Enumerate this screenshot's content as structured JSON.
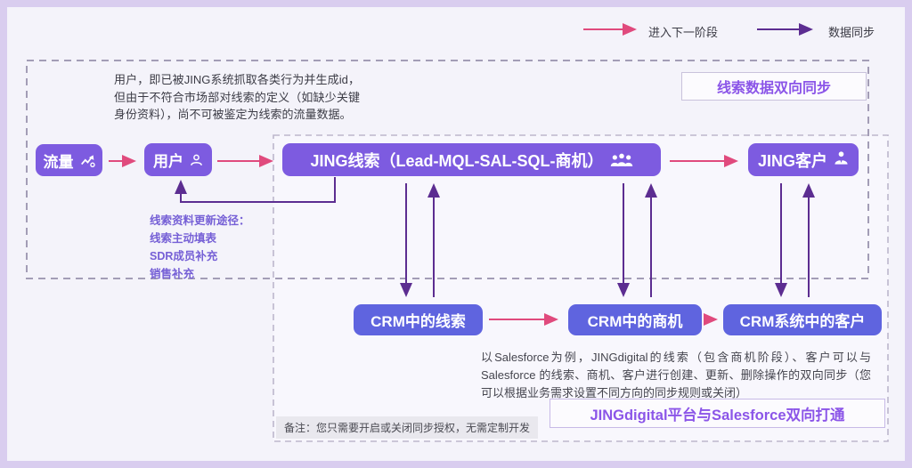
{
  "legend": {
    "next_stage_label": "进入下一阶段",
    "data_sync_label": "数据同步"
  },
  "top_description": "用户，即已被JING系统抓取各类行为并生成id，但由于不符合市场部对线索的定义（如缺少关键身份资料），尚不可被鉴定为线索的流量数据。",
  "nodes": {
    "traffic": "流量",
    "user": "用户",
    "jing_lead": "JING线索（Lead-MQL-SAL-SQL-商机）",
    "jing_customer": "JING客户",
    "crm_lead": "CRM中的线索",
    "crm_opportunity": "CRM中的商机",
    "crm_customer": "CRM系统中的客户"
  },
  "labels": {
    "lead_bidirectional_sync": "线索数据双向同步",
    "platform_bidirectional": "JINGdigital平台与Salesforce双向打通"
  },
  "update_paths": {
    "title": "线索资料更新途径：",
    "items": [
      "线索主动填表",
      "SDR成员补充",
      "销售补充"
    ]
  },
  "salesforce_note": "以Salesforce为例，JINGdigital的线索（包含商机阶段）、客户可以与 Salesforce 的线索、商机、客户进行创建、更新、删除操作的双向同步（您可以根据业务需求设置不同方向的同步规则或关闭）",
  "remark": "备注：您只需要开启或关闭同步授权，无需定制开发",
  "icons": {
    "traffic": "trend-chart-icon",
    "user": "person-icon",
    "jing_lead": "people-group-icon",
    "jing_customer": "business-person-icon"
  },
  "colors": {
    "arrow_pink": "#E04A7D",
    "arrow_purple": "#5C2D91",
    "node_violet": "#7D5BE0",
    "node_indigo": "#5F64DF",
    "label_purple": "#8B55E8",
    "page_border": "#D9CDEF",
    "page_bg": "#F4F3FA",
    "remark_bg": "#E9E8EE"
  }
}
